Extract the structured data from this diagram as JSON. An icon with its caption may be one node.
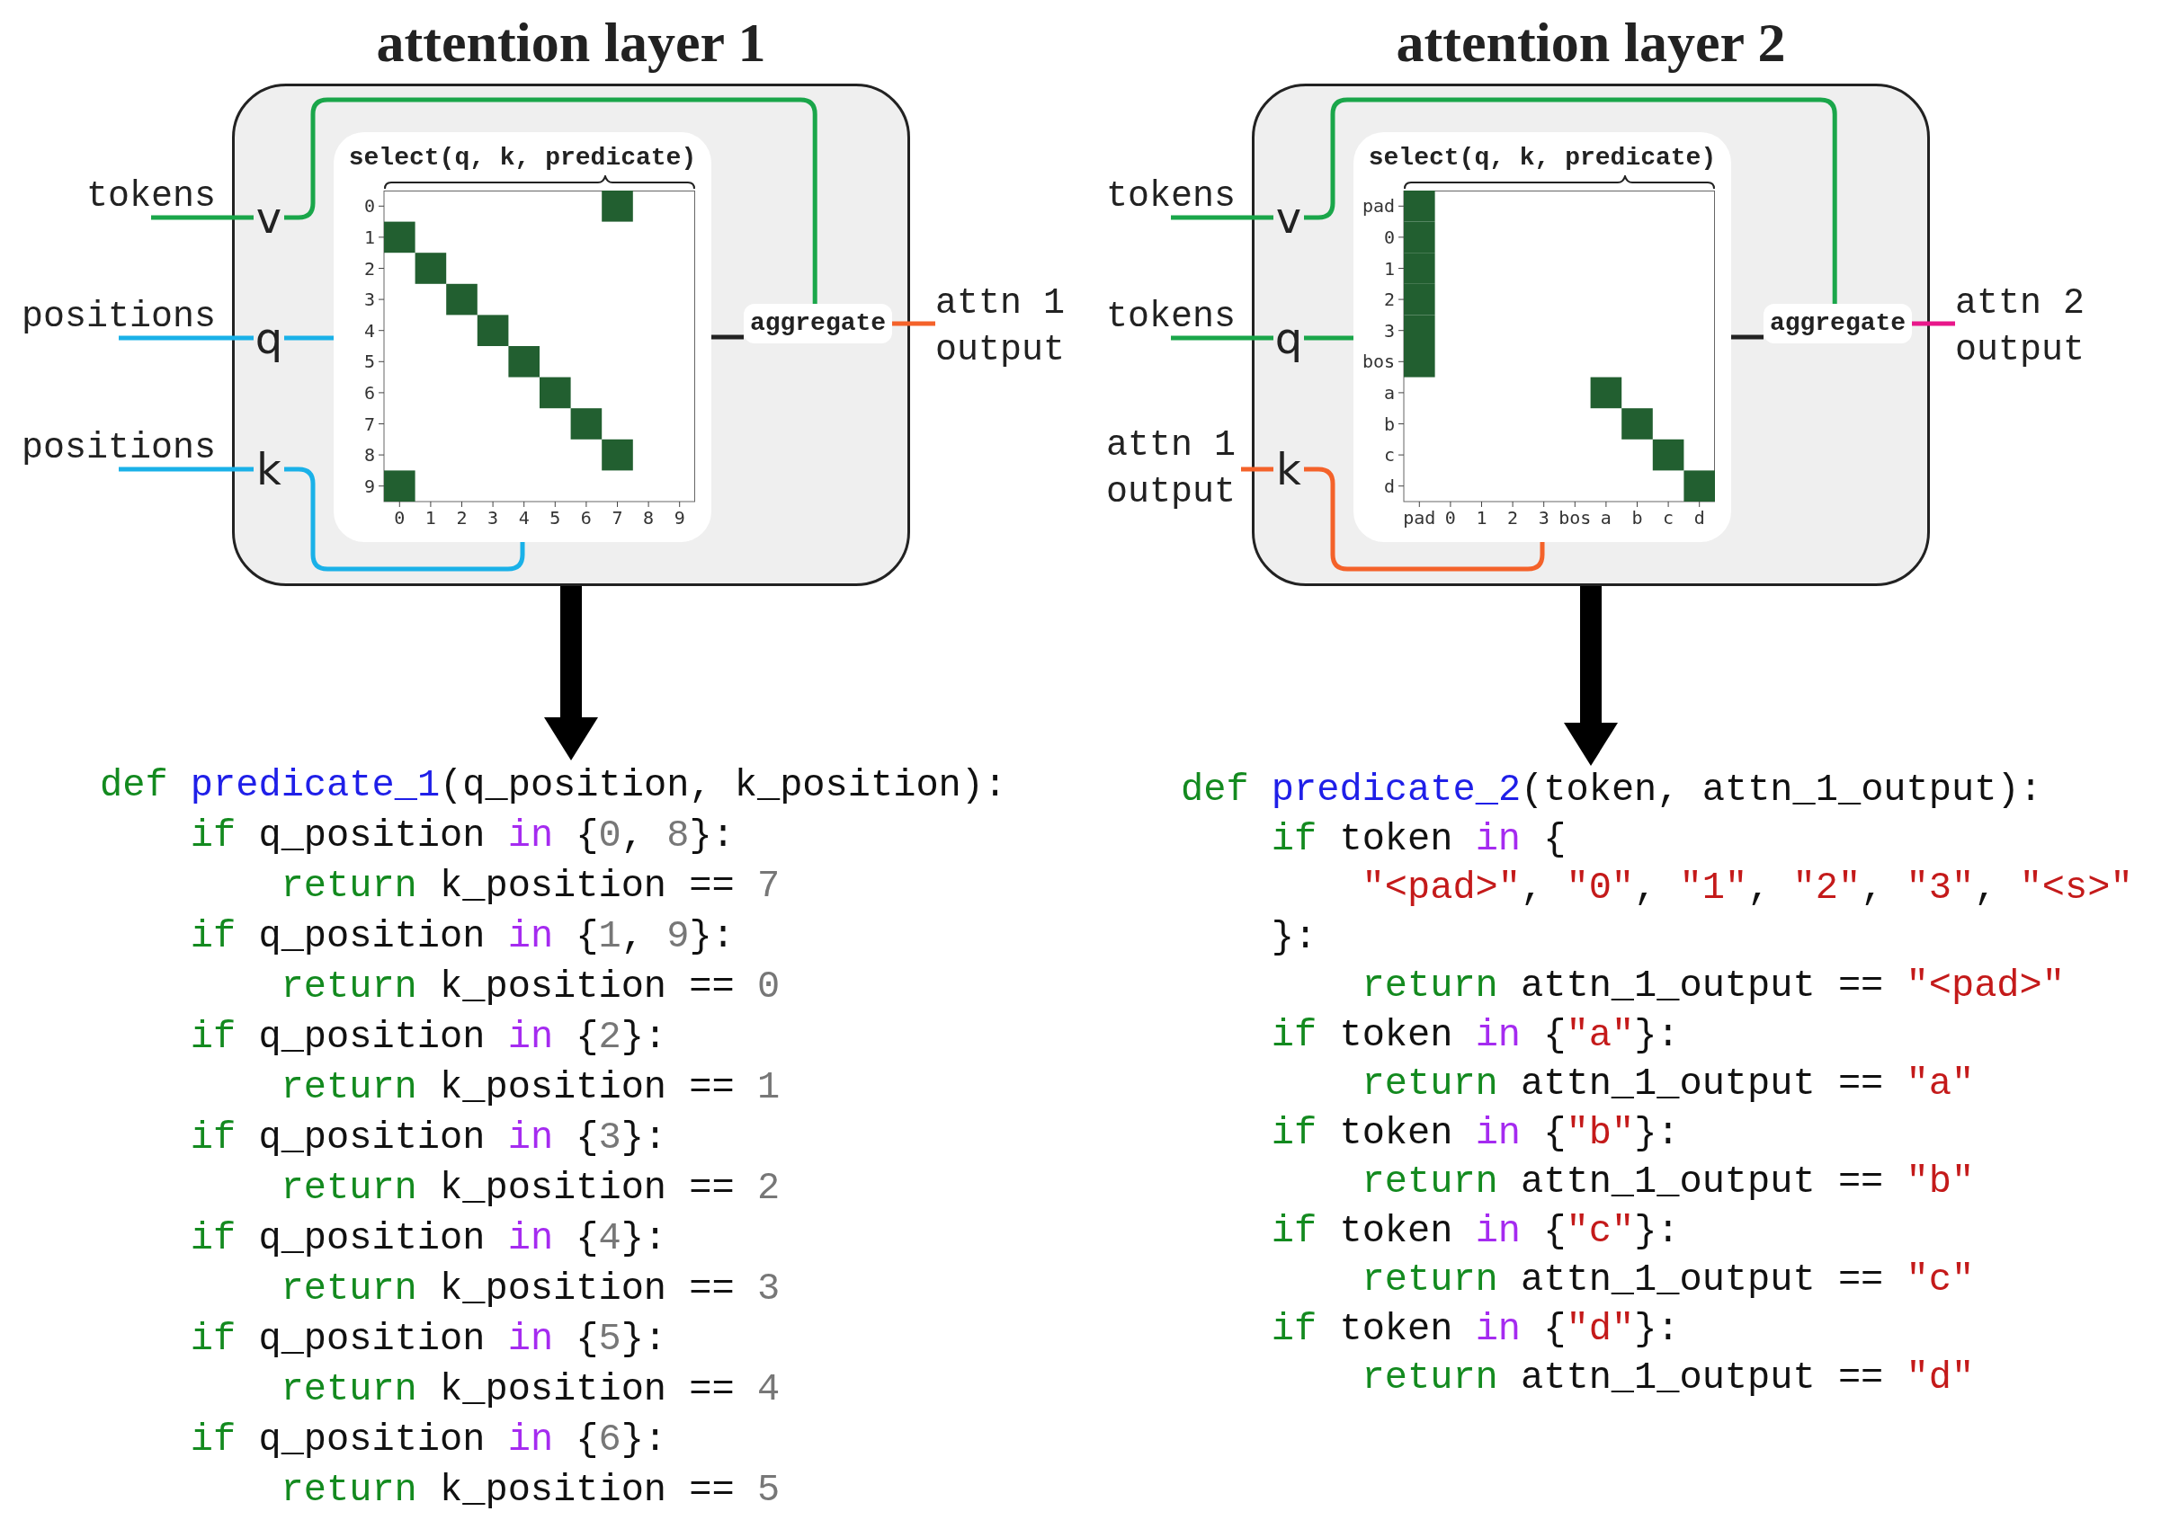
{
  "diagram": {
    "nodes": [
      {
        "text": [
          "attention layer 1"
        ]
      },
      {
        "text": [
          "v"
        ],
        "in": 0
      },
      {
        "text": [
          "q"
        ],
        "in": 0
      },
      {
        "text": [
          "k"
        ],
        "in": 0
      },
      {
        "text": [
          "select(q, k, predicate)"
        ],
        "in": 0
      },
      {
        "text": [
          "aggregate"
        ],
        "in": 0
      },
      {
        "text": [
          "tokens"
        ]
      },
      {
        "text": [
          "positions"
        ]
      },
      {
        "text": [
          "positions"
        ]
      },
      {
        "text": [
          "attn 1 output"
        ]
      },
      {
        "text": [
          "attention layer 2"
        ]
      },
      {
        "text": [
          "v"
        ],
        "in": 10
      },
      {
        "text": [
          "q"
        ],
        "in": 10
      },
      {
        "text": [
          "k"
        ],
        "in": 10
      },
      {
        "text": [
          "select(q, k, predicate)"
        ],
        "in": 10
      },
      {
        "text": [
          "aggregate"
        ],
        "in": 10
      },
      {
        "text": [
          "tokens"
        ]
      },
      {
        "text": [
          "tokens"
        ]
      },
      {
        "text": [
          "attn 1 output"
        ]
      },
      {
        "text": [
          "attn 2 output"
        ]
      },
      {
        "text": [
          "def predicate_1(q_position, k_position):",
          "if q_position in {0, 8}:",
          "return k_position == 7",
          "if q_position in {1, 9}:",
          "return k_position == 0",
          "if q_position in {2}:",
          "return k_position == 1",
          "if q_position in {3}:",
          "return k_position == 2",
          "if q_position in {4}:",
          "return k_position == 3",
          "if q_position in {5}:",
          "return k_position == 4",
          "if q_position in {6}:",
          "return k_position == 5"
        ]
      },
      {
        "text": [
          "def predicate_2(token, attn_1_output):",
          "if token in {",
          "\"<pad>\", \"0\", \"1\", \"2\", \"3\", \"<s>\"",
          "}:",
          "return attn_1_output == \"<pad>\"",
          "if token in {\"a\"}:",
          "return attn_1_output == \"a\"",
          "if token in {\"b\"}:",
          "return attn_1_output == \"b\"",
          "if token in {\"c\"}:",
          "return attn_1_output == \"c\"",
          "if token in {\"d\"}:",
          "return attn_1_output == \"d\""
        ]
      }
    ],
    "edges": [
      {
        "from": 6,
        "to": 1,
        "arrow": "none",
        "color": "#1aa64a"
      },
      {
        "from": 7,
        "to": 2,
        "arrow": "none",
        "color": "#1ab1e8"
      },
      {
        "from": 8,
        "to": 3,
        "arrow": "none",
        "color": "#1ab1e8"
      },
      {
        "from": 1,
        "to": 5,
        "arrow": "none",
        "color": "#1aa64a"
      },
      {
        "from": 2,
        "to": 4,
        "arrow": "none",
        "color": "#1ab1e8"
      },
      {
        "from": 3,
        "to": 4,
        "arrow": "none",
        "color": "#1ab1e8"
      },
      {
        "from": 4,
        "to": 5,
        "arrow": "none",
        "color": "#222222"
      },
      {
        "from": 5,
        "to": 9,
        "arrow": "none",
        "color": "#f4622a"
      },
      {
        "from": 16,
        "to": 11,
        "arrow": "none",
        "color": "#1aa64a"
      },
      {
        "from": 17,
        "to": 12,
        "arrow": "none",
        "color": "#1aa64a"
      },
      {
        "from": 18,
        "to": 13,
        "arrow": "none",
        "color": "#f4622a"
      },
      {
        "from": 11,
        "to": 15,
        "arrow": "none",
        "color": "#1aa64a"
      },
      {
        "from": 12,
        "to": 14,
        "arrow": "none",
        "color": "#1aa64a"
      },
      {
        "from": 13,
        "to": 14,
        "arrow": "none",
        "color": "#f4622a"
      },
      {
        "from": 14,
        "to": 15,
        "arrow": "none",
        "color": "#222222"
      },
      {
        "from": 15,
        "to": 19,
        "arrow": "none",
        "color": "#e8178a"
      },
      {
        "from": 0,
        "to": 20,
        "arrow": "to",
        "style": "thick",
        "color": "#000000"
      },
      {
        "from": 10,
        "to": 21,
        "arrow": "to",
        "style": "thick",
        "color": "#000000"
      }
    ],
    "labels": [
      "0",
      "1",
      "2",
      "3",
      "4",
      "5",
      "6",
      "7",
      "8",
      "9",
      "0",
      "1",
      "2",
      "3",
      "4",
      "5",
      "6",
      "7",
      "8",
      "9",
      "pad",
      "0",
      "1",
      "2",
      "3",
      "bos",
      "a",
      "b",
      "c",
      "d",
      "pad",
      "0",
      "1",
      "2",
      "3",
      "bos",
      "a",
      "b",
      "c",
      "d"
    ]
  }
}
